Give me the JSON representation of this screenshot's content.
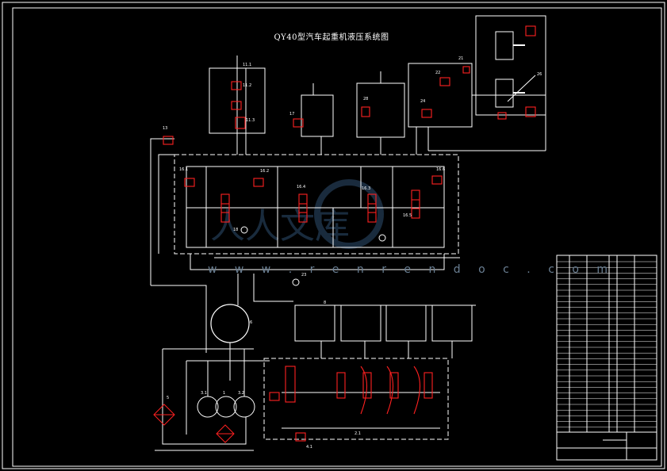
{
  "drawing": {
    "title": "QY40型汽车起重机液压系统图",
    "watermark_url": "w w w . r e n r e n d o c . c o m",
    "colors": {
      "background": "#000000",
      "lines": "#ffffff",
      "valves": "#ff2020",
      "watermark": "#2f4f6f"
    }
  },
  "labels": {
    "valve_16_1": "16.1",
    "valve_16_2": "16.2",
    "valve_16_3": "16.3",
    "valve_16_4": "16.4",
    "valve_16_5": "16.5",
    "valve_16_6": "16.6",
    "valve_11_1": "11.1",
    "valve_11_2": "11.2",
    "valve_11_3": "11.3",
    "pump_1": "1",
    "pump_3_1": "3.1",
    "pump_3_2": "3.2",
    "motor_5": "5",
    "lbl_6": "6",
    "lbl_8": "8",
    "lbl_13": "13",
    "lbl_17": "17",
    "lbl_18": "18",
    "lbl_21": "21",
    "lbl_22": "22",
    "lbl_23": "23",
    "lbl_24": "24",
    "lbl_26": "26",
    "lbl_28": "28",
    "lbl_2_1": "2.1",
    "lbl_4_1": "4.1"
  }
}
